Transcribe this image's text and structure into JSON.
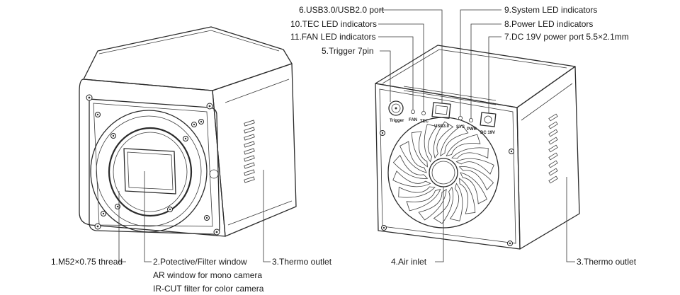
{
  "front_labels": {
    "thread": "1.M52×0.75 thread",
    "window_l1": "2.Potective/Filter window",
    "window_l2": "AR window for mono camera",
    "window_l3": "IR-CUT filter for color camera",
    "thermo_outlet": "3.Thermo outlet"
  },
  "back_labels": {
    "usb": "6.USB3.0/USB2.0 port",
    "tec_led": "10.TEC LED indicators",
    "fan_led": "11.FAN LED indicators",
    "trigger": "5.Trigger 7pin",
    "sys_led": "9.System LED indicators",
    "pwr_led": "8.Power LED indicators",
    "dc_port": "7.DC 19V power port 5.5×2.1mm",
    "air_inlet": "4.Air inlet",
    "thermo_outlet": "3.Thermo outlet"
  },
  "panel_marks": {
    "trigger": "Trigger",
    "fan": "FAN",
    "tec": "TEC",
    "usb": "USB3.0",
    "sys": "SYS",
    "pwr": "PWR",
    "dc": "DC 19V"
  },
  "colors": {
    "line": "#2b2b2b",
    "text": "#1a1a1a",
    "background": "#ffffff"
  }
}
